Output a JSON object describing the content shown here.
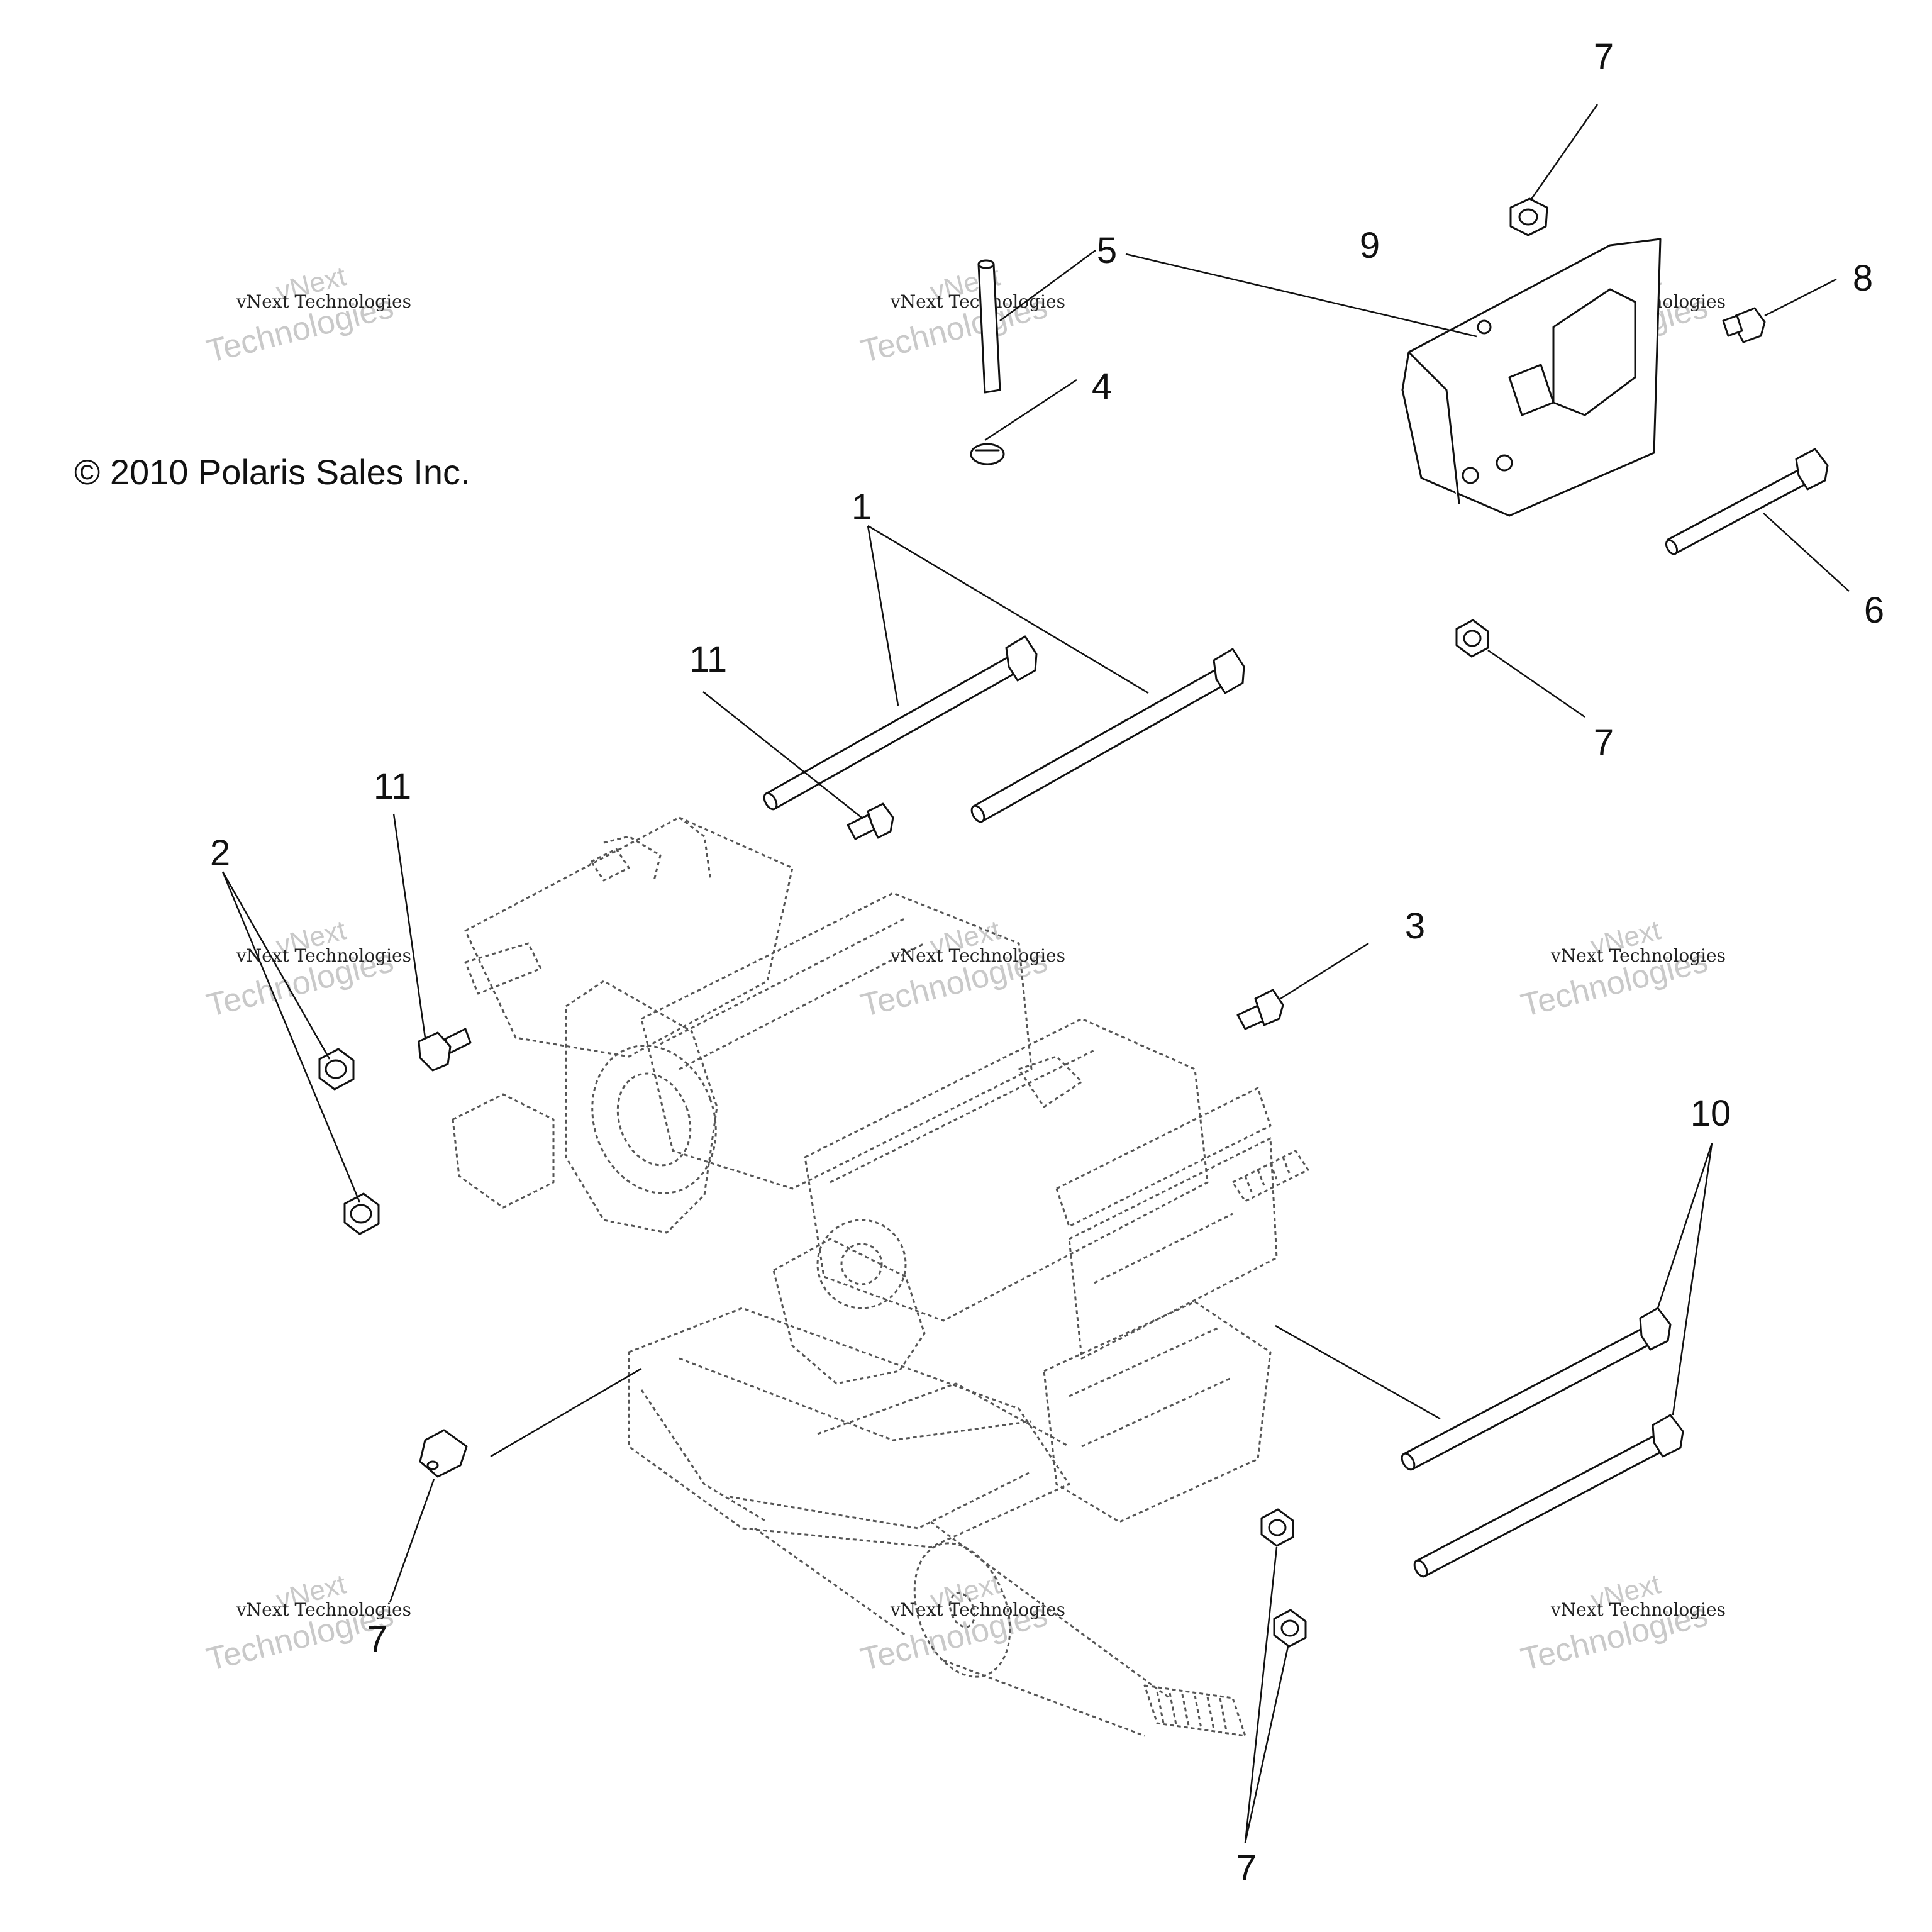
{
  "copyright": "© 2010 Polaris Sales Inc.",
  "watermark": {
    "brand": "vNext",
    "line2": "Technologies",
    "caption": "vNext Technologies"
  },
  "callouts": [
    "1",
    "2",
    "3",
    "4",
    "5",
    "6",
    "7",
    "8",
    "9",
    "10",
    "11",
    "11",
    "7",
    "7",
    "7"
  ]
}
